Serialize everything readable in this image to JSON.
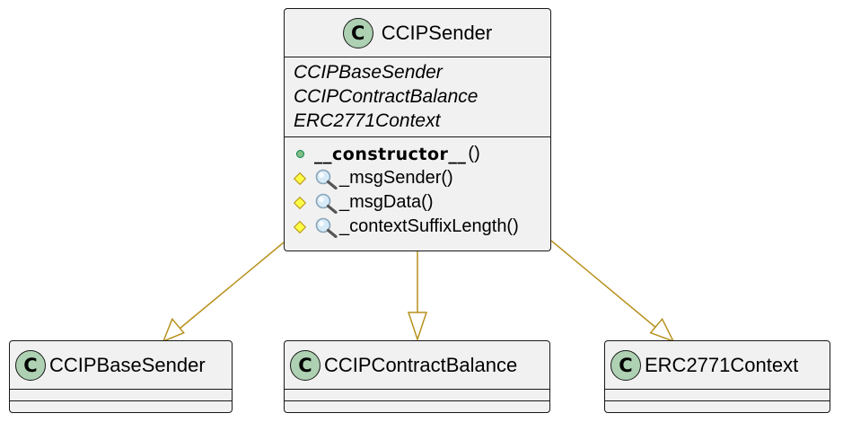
{
  "main_class": {
    "badge": "C",
    "name": "CCIPSender",
    "parents": [
      "CCIPBaseSender",
      "CCIPContractBalance",
      "ERC2771Context"
    ],
    "constructor_name": "__constructor__",
    "constructor_params": "()",
    "methods": [
      "_msgSender()",
      "_msgData()",
      "_contextSuffixLength()"
    ]
  },
  "base_classes": [
    {
      "badge": "C",
      "name": "CCIPBaseSender"
    },
    {
      "badge": "C",
      "name": "CCIPContractBalance"
    },
    {
      "badge": "C",
      "name": "ERC2771Context"
    }
  ],
  "colors": {
    "badge_fill": "#add1b2",
    "box_fill": "#f1f1f1",
    "arrow": "#b8911e",
    "public_icon": "#84be84",
    "protected_icon": "#ffff44"
  },
  "icons": {
    "visibility_public": "green-circle-icon",
    "visibility_protected": "yellow-diamond-icon",
    "method_modifier": "magnifier-icon"
  }
}
